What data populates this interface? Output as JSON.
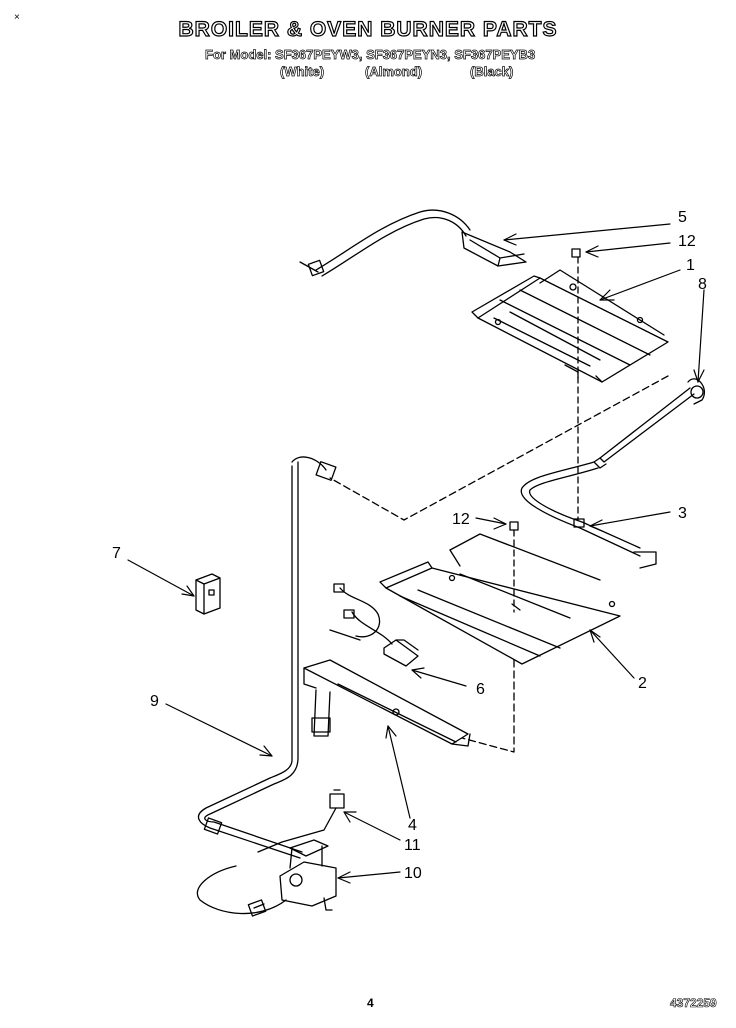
{
  "header": {
    "title": "BROILER & OVEN BURNER PARTS",
    "subtitle": "For Model: SF367PEYW3, SF367PEYN3, SF367PEYB3",
    "colors": [
      "(White)",
      "(Almond)",
      "(Black)"
    ]
  },
  "corner_mark": "×",
  "callouts": {
    "c5": "5",
    "c12a": "12",
    "c1": "1",
    "c8": "8",
    "c12b": "12",
    "c3": "3",
    "c7": "7",
    "c2": "2",
    "c6": "6",
    "c9": "9",
    "c4": "4",
    "c11": "11",
    "c10": "10"
  },
  "footer": {
    "page": "4",
    "part_number": "4372259"
  }
}
